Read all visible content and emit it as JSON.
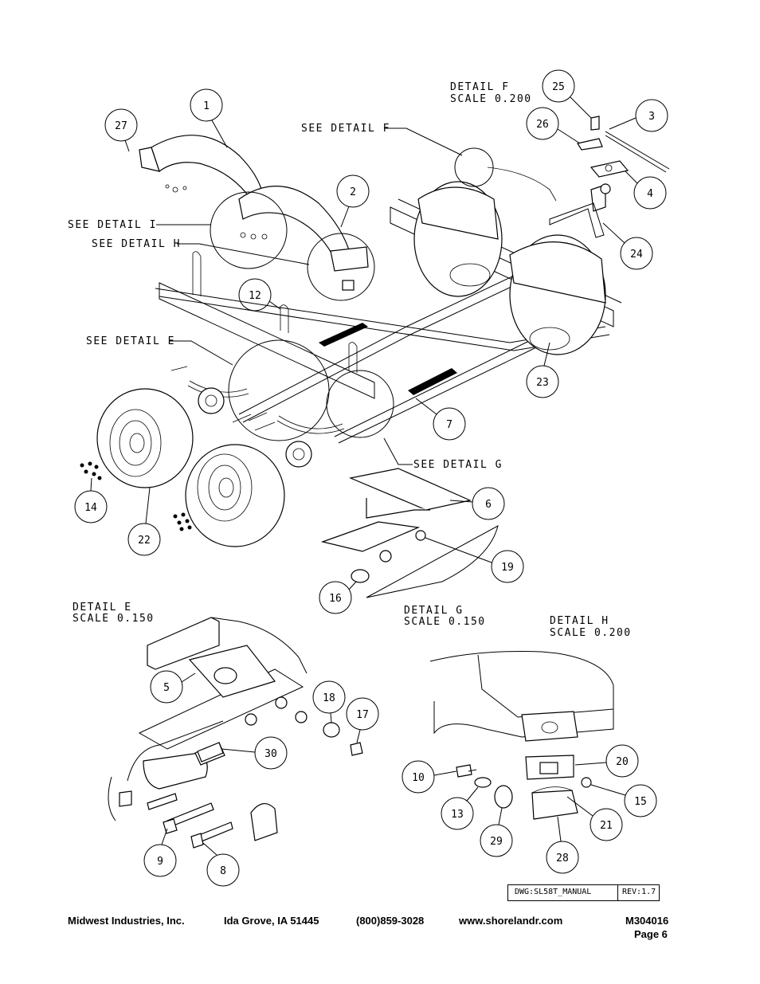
{
  "labels": {
    "detail_f": "DETAIL  F",
    "scale_f": "SCALE  0.200",
    "see_detail_f": "SEE DETAIL  F",
    "see_detail_i": "SEE DETAIL  I",
    "see_detail_h": "SEE DETAIL  H",
    "see_detail_e": "SEE DETAIL  E",
    "see_detail_g": "SEE DETAIL  G",
    "detail_e": "DETAIL  E",
    "scale_e": "SCALE  0.150",
    "detail_g": "DETAIL  G",
    "scale_g": "SCALE  0.150",
    "detail_h": "DETAIL  H",
    "scale_h": "SCALE  0.200"
  },
  "callouts": {
    "c1": "1",
    "c2": "2",
    "c3": "3",
    "c4": "4",
    "c5": "5",
    "c6": "6",
    "c7": "7",
    "c8": "8",
    "c9": "9",
    "c10": "10",
    "c12": "12",
    "c13": "13",
    "c14": "14",
    "c15": "15",
    "c16": "16",
    "c17": "17",
    "c18": "18",
    "c19": "19",
    "c20": "20",
    "c21": "21",
    "c22": "22",
    "c23": "23",
    "c24": "24",
    "c25": "25",
    "c26": "26",
    "c27": "27",
    "c28": "28",
    "c29": "29",
    "c30": "30"
  },
  "title_block": {
    "dwg": "DWG:SL58T_MANUAL",
    "rev": "REV:1.7"
  },
  "footer": {
    "company": "Midwest Industries, Inc.",
    "city": "Ida Grove, IA  51445",
    "phone": "(800)859-3028",
    "website": "www.shorelandr.com",
    "doc_number": "M304016",
    "page": "Page 6"
  }
}
